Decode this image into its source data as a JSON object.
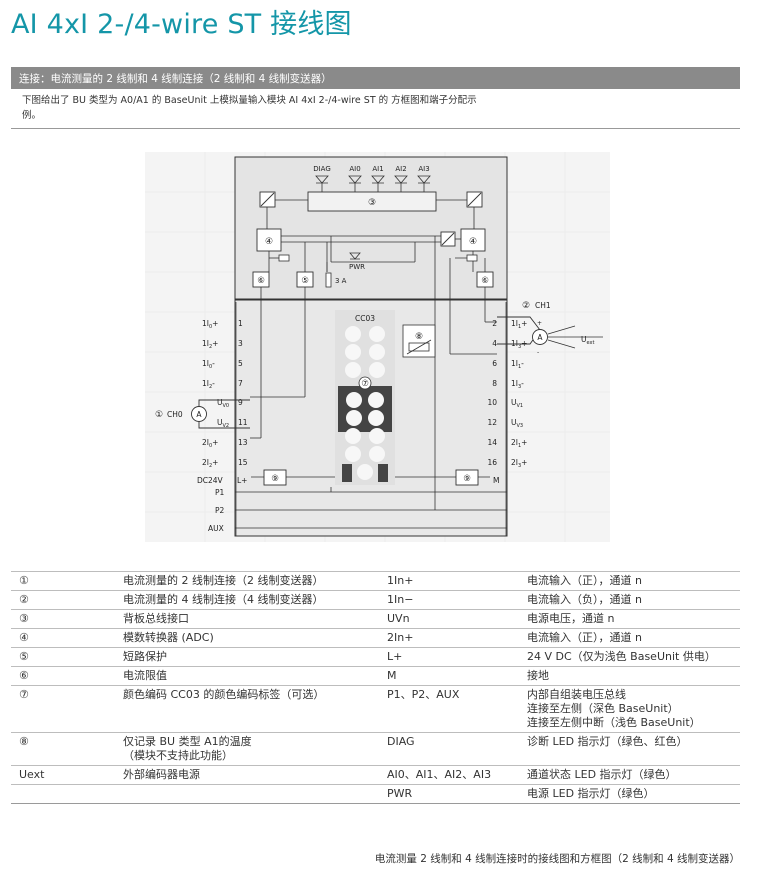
{
  "page": {
    "title": "AI 4xI 2-/4-wire ST 接线图",
    "section_header": "连接：电流测量的 2 线制和 4 线制连接（2 线制和 4 线制变送器）",
    "intro": "下图给出了 BU 类型为 A0/A1 的 BaseUnit 上模拟量输入模块 AI 4xI 2-/4-wire ST 的 方框图和端子分配示例。",
    "caption": "电流测量 2 线制和 4 线制连接时的接线图和方框图（2 线制和 4 线制变送器）"
  },
  "diagram": {
    "leds": [
      "DIAG",
      "AI0",
      "AI1",
      "AI2",
      "AI3"
    ],
    "marker_1": "①",
    "marker_2": "②",
    "marker_3": "③",
    "marker_4": "④",
    "marker_5": "⑤",
    "marker_6": "⑥",
    "marker_7": "⑦",
    "marker_8": "⑧",
    "marker_9": "⑨",
    "pwr": "PWR",
    "fuse": "3 A",
    "cc03": "CC03",
    "ch0": "CH0",
    "ch1": "CH1",
    "ammeter": "A",
    "uext_u": "U",
    "uext_sub": "ext",
    "left_labels": [
      {
        "main": "1I",
        "sub": "0",
        "suffix": "+"
      },
      {
        "main": "1I",
        "sub": "2",
        "suffix": "+"
      },
      {
        "main": "1I",
        "sub": "0",
        "suffix": "-"
      },
      {
        "main": "1I",
        "sub": "2",
        "suffix": "-"
      },
      {
        "main": "U",
        "sub": "V0",
        "suffix": ""
      },
      {
        "main": "U",
        "sub": "V2",
        "suffix": ""
      },
      {
        "main": "2I",
        "sub": "0",
        "suffix": "+"
      },
      {
        "main": "2I",
        "sub": "2",
        "suffix": "+"
      }
    ],
    "left_pins": [
      "1",
      "3",
      "5",
      "7",
      "9",
      "11",
      "13",
      "15"
    ],
    "right_labels": [
      {
        "main": "1I",
        "sub": "1",
        "suffix": "+"
      },
      {
        "main": "1I",
        "sub": "3",
        "suffix": "+"
      },
      {
        "main": "1I",
        "sub": "1",
        "suffix": "-"
      },
      {
        "main": "1I",
        "sub": "3",
        "suffix": "-"
      },
      {
        "main": "U",
        "sub": "V1",
        "suffix": ""
      },
      {
        "main": "U",
        "sub": "V3",
        "suffix": ""
      },
      {
        "main": "2I",
        "sub": "1",
        "suffix": "+"
      },
      {
        "main": "2I",
        "sub": "3",
        "suffix": "+"
      }
    ],
    "right_pins": [
      "2",
      "4",
      "6",
      "8",
      "10",
      "12",
      "14",
      "16"
    ],
    "dc24v": "DC24V",
    "l_plus": "L+",
    "m_pin": "M",
    "bus_labels": [
      "P1",
      "P2",
      "AUX"
    ],
    "plus": "+",
    "minus": "-"
  },
  "legend": [
    {
      "k1": "①",
      "v1": "电流测量的 2 线制连接（2 线制变送器）",
      "k2": "1In+",
      "v2": "电流输入（正），通道 n"
    },
    {
      "k1": "②",
      "v1": "电流测量的 4 线制连接（4 线制变送器）",
      "k2": "1In−",
      "v2": "电流输入（负），通道 n"
    },
    {
      "k1": "③",
      "v1": "背板总线接口",
      "k2": "UVn",
      "v2": "电源电压，通道 n"
    },
    {
      "k1": "④",
      "v1": "模数转换器 (ADC)",
      "k2": "2In+",
      "v2": "电流输入（正），通道 n"
    },
    {
      "k1": "⑤",
      "v1": "短路保护",
      "k2": "L+",
      "v2": "24 V DC（仅为浅色 BaseUnit 供电）"
    },
    {
      "k1": "⑥",
      "v1": "电流限值",
      "k2": "M",
      "v2": "接地"
    },
    {
      "k1": "⑦",
      "v1": "颜色编码 CC03 的颜色编码标签（可选）",
      "k2": "P1、P2、AUX",
      "v2": "内部自组装电压总线\n连接至左侧（深色 BaseUnit）\n连接至左侧中断（浅色 BaseUnit）"
    },
    {
      "k1": "⑧",
      "v1": "仅记录 BU 类型 A1的温度\n（模块不支持此功能）",
      "k2": "DIAG",
      "v2": "诊断 LED 指示灯（绿色、红色）"
    },
    {
      "k1": "Uext",
      "v1": "外部编码器电源",
      "k2": "AI0、AI1、AI2、AI3",
      "v2": "通道状态 LED 指示灯（绿色）"
    },
    {
      "k1": "",
      "v1": "",
      "k2": "PWR",
      "v2": "电源 LED 指示灯（绿色）"
    }
  ]
}
